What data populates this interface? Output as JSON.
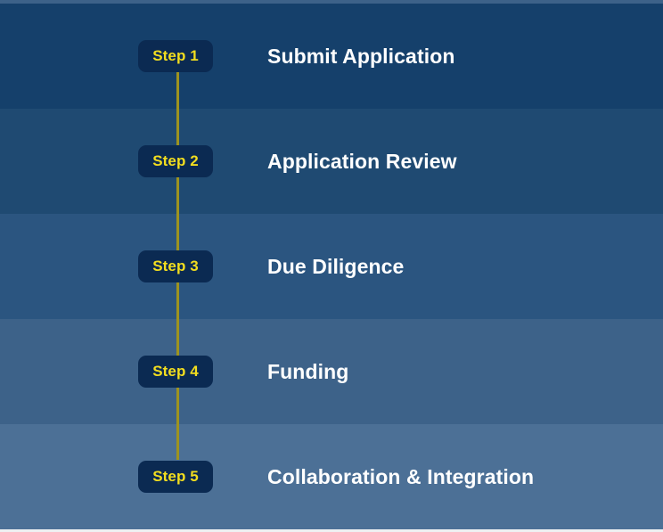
{
  "diagram": {
    "type": "vertical-step-timeline",
    "title_visible": false,
    "connector_color": "#9d9320",
    "badge_bg_color": "#0b2a52",
    "badge_text_color": "#f2dd1f",
    "title_text_color": "#ffffff",
    "band_colors": [
      "#15406b",
      "#1f4a72",
      "#2b5580",
      "#3d6289",
      "#4c7096"
    ],
    "steps": [
      {
        "badge": "Step 1",
        "title": "Submit Application",
        "band_color": "#15406b"
      },
      {
        "badge": "Step 2",
        "title": "Application Review",
        "band_color": "#1f4a72"
      },
      {
        "badge": "Step 3",
        "title": "Due Diligence",
        "band_color": "#2b5580"
      },
      {
        "badge": "Step 4",
        "title": "Funding",
        "band_color": "#3d6289"
      },
      {
        "badge": "Step 5",
        "title": "Collaboration & Integration",
        "band_color": "#4c7096"
      }
    ]
  }
}
